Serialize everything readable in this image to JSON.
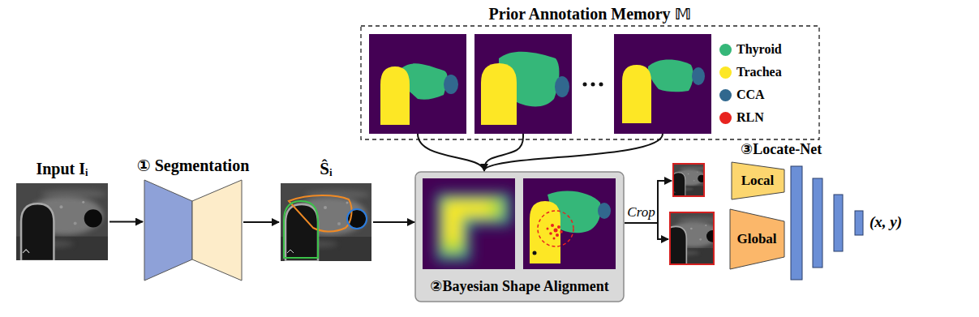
{
  "diagram": {
    "nodes": [
      {
        "text": [
          "Input Iᵢ"
        ]
      },
      {
        "text": [
          "① Segmentation"
        ]
      },
      {
        "text": [
          "Ŝᵢ"
        ]
      },
      {
        "text": [
          "Prior Annotation Memory 𝕄"
        ]
      },
      {
        "text": [
          "②Bayesian Shape Alignment"
        ]
      },
      {
        "text": [
          "Local"
        ]
      },
      {
        "text": [
          "Global"
        ]
      }
    ],
    "edges": [
      {
        "from": 0,
        "to": 1,
        "arrow": "to"
      },
      {
        "from": 1,
        "to": 2,
        "arrow": "to"
      },
      {
        "from": 2,
        "to": 4,
        "arrow": "to"
      },
      {
        "from": 3,
        "to": 4,
        "arrow": "to"
      },
      {
        "from": 4,
        "to": 5,
        "arrow": "to",
        "label": "Crop"
      },
      {
        "from": 4,
        "to": 6,
        "arrow": "to"
      }
    ],
    "labels": [
      "③Locate-Net",
      "(x, y)"
    ],
    "legend": [
      {
        "text": "Thyroid",
        "color": "#35b779"
      },
      {
        "text": "Trachea",
        "color": "#fde725"
      },
      {
        "text": "CCA",
        "color": "#31688e"
      },
      {
        "text": "RLN",
        "color": "#e8231f"
      }
    ]
  }
}
